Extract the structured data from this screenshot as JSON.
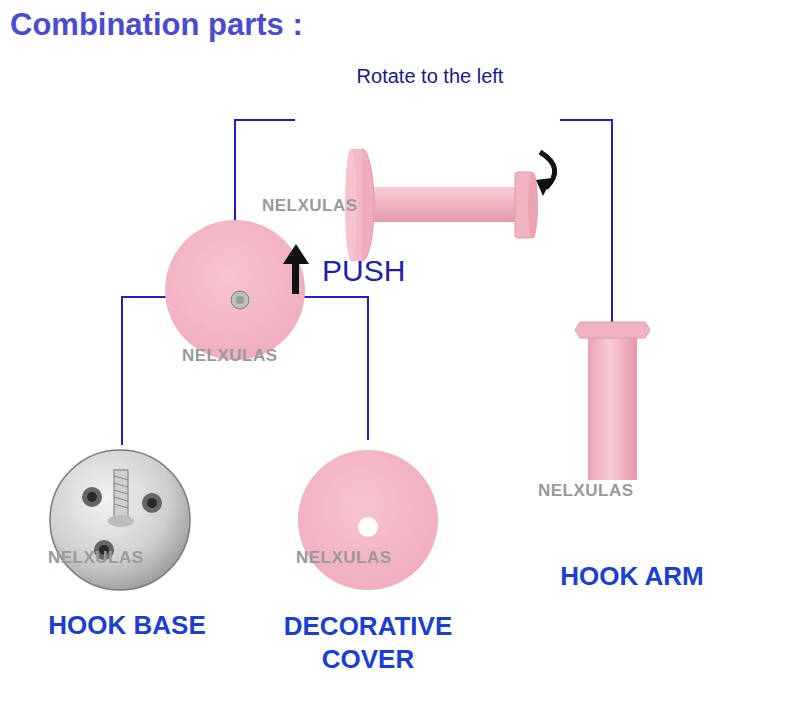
{
  "diagram": {
    "title": "Combination parts :",
    "labels": [
      "Rotate to the left",
      "NELXULAS",
      "PUSH",
      "NELXULAS",
      "NELXULAS",
      "HOOK BASE",
      "NELXULAS",
      "DECORATIVE COVER",
      "NELXULAS",
      "HOOK ARM"
    ]
  }
}
